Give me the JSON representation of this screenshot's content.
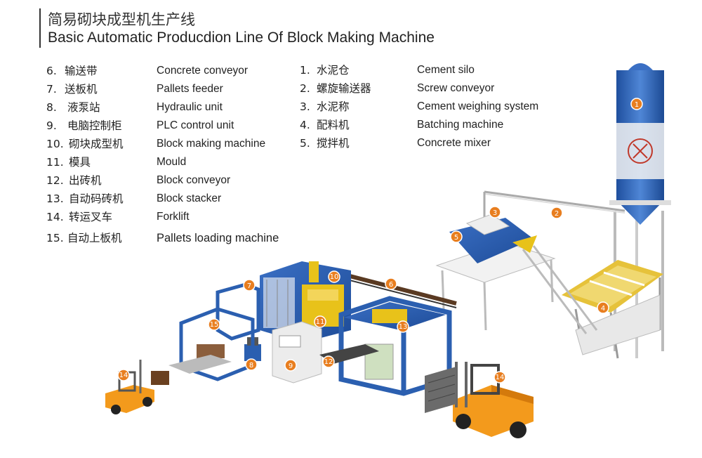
{
  "title": {
    "cn": "简易砌块成型机生产线",
    "en": "Basic Automatic Producdion Line Of Block Making Machine"
  },
  "left_items": [
    {
      "num": "6.",
      "cn": "输送带",
      "en": "Concrete conveyor"
    },
    {
      "num": "7.",
      "cn": "送板机",
      "en": "Pallets feeder"
    },
    {
      "num": "8.",
      "cn": "液泵站",
      "en": "Hydraulic unit"
    },
    {
      "num": "9.",
      "cn": "电脑控制柜",
      "en": "PLC control unit"
    },
    {
      "num": "10.",
      "cn": "砌块成型机",
      "en": "Block making machine"
    },
    {
      "num": "11.",
      "cn": "模具",
      "en": "Mould"
    },
    {
      "num": "12.",
      "cn": "出砖机",
      "en": "Block conveyor"
    },
    {
      "num": "13.",
      "cn": "自动码砖机",
      "en": "Block stacker"
    },
    {
      "num": "14.",
      "cn": "转运叉车",
      "en": "Forklift"
    },
    {
      "num": "15.",
      "cn": "自动上板机",
      "en": "Pallets loading machine"
    }
  ],
  "right_items": [
    {
      "num": "1.",
      "cn": "水泥仓",
      "en": "Cement silo"
    },
    {
      "num": "2.",
      "cn": "螺旋输送器",
      "en": "Screw conveyor"
    },
    {
      "num": "3.",
      "cn": "水泥称",
      "en": "Cement weighing system"
    },
    {
      "num": "4.",
      "cn": "配料机",
      "en": "Batching machine"
    },
    {
      "num": "5.",
      "cn": "搅拌机",
      "en": "Concrete mixer"
    }
  ],
  "badges": [
    "1",
    "2",
    "3",
    "4",
    "5",
    "6",
    "7",
    "8",
    "9",
    "10",
    "11",
    "12",
    "13",
    "14",
    "14",
    "15"
  ],
  "colors": {
    "machine_blue": "#2b5fb0",
    "badge_orange": "#e87e1f",
    "yellow": "#e8c21a",
    "forklift_orange": "#f39a1c"
  }
}
